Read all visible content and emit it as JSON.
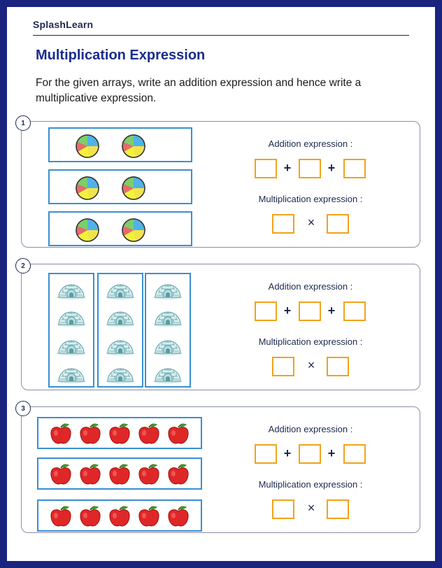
{
  "brand": "SplashLearn",
  "title": "Multiplication Expression",
  "instructions": "For the given arrays, write an addition expression and hence write a multiplicative expression.",
  "colors": {
    "border": "#1a237e",
    "title": "#1a2d8f",
    "answer_box": "#f2a21b",
    "array_box": "#3a8fd1"
  },
  "problems": [
    {
      "number": "1",
      "item_icon": "beach-ball-icon",
      "layout": "rows",
      "groups": 3,
      "per_group": 2,
      "addition_label": "Addition expression :",
      "multiplication_label": "Multiplication expression :",
      "plus": "+",
      "times": "×"
    },
    {
      "number": "2",
      "item_icon": "igloo-icon",
      "layout": "columns",
      "groups": 3,
      "per_group": 4,
      "addition_label": "Addition expression :",
      "multiplication_label": "Multiplication expression :",
      "plus": "+",
      "times": "×"
    },
    {
      "number": "3",
      "item_icon": "apple-icon",
      "layout": "rows",
      "groups": 3,
      "per_group": 5,
      "addition_label": "Addition expression :",
      "multiplication_label": "Multiplication expression :",
      "plus": "+",
      "times": "×"
    }
  ]
}
